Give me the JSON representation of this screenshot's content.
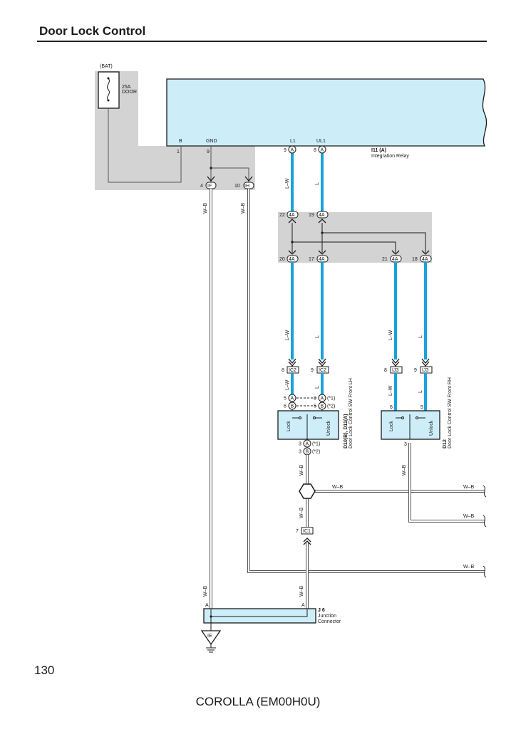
{
  "header": {
    "title": "Door Lock Control"
  },
  "footer": {
    "page_number": "130",
    "model": "COROLLA (EM00H0U)"
  },
  "colors": {
    "relay_fill": "#cdeef9",
    "blue_wire": "#1aa2dc",
    "shade": "#d3d3d3"
  },
  "fuse": {
    "source": "(BAT)",
    "rating": "25A",
    "name": "DOOR"
  },
  "relay": {
    "id": "I11 (A)",
    "name": "Integration Relay",
    "terminals": [
      {
        "pin": "1",
        "label": "B"
      },
      {
        "pin": "9",
        "label": "GND"
      },
      {
        "pin": "9",
        "label": "L1"
      },
      {
        "pin": "8",
        "label": "UL1"
      }
    ],
    "conn": "A"
  },
  "junctions": {
    "IF": {
      "pin": "4",
      "code": "IF"
    },
    "IH": {
      "pin": "10",
      "code": "IH"
    },
    "j22": {
      "pin": "22",
      "code": "4A"
    },
    "j19": {
      "pin": "19",
      "code": "4A"
    },
    "j20": {
      "pin": "20",
      "code": "4A"
    },
    "j17": {
      "pin": "17",
      "code": "4A"
    },
    "j21": {
      "pin": "21",
      "code": "4A"
    },
    "j18": {
      "pin": "18",
      "code": "4A"
    },
    "c2a": {
      "pin": "8",
      "code": "IC2"
    },
    "c2b": {
      "pin": "9",
      "code": "IC2"
    },
    "j3a": {
      "pin": "8",
      "code": "IJ3"
    },
    "j3b": {
      "pin": "9",
      "code": "IJ3"
    },
    "c1": {
      "pin": "7",
      "code": "IC1"
    }
  },
  "wire_colors": {
    "lw": "L–W",
    "l": "L",
    "wb": "W–B"
  },
  "switch_lh": {
    "id": "D10(B), D11(A)",
    "name": "Door Lock Control SW Front LH",
    "lock": "Lock",
    "unlock": "Unlock",
    "pins_top": [
      {
        "num": "5",
        "conn": "A",
        "num2": "8",
        "conn2": "A",
        "note": "(*1)"
      },
      {
        "num": "6",
        "conn": "B",
        "num2": "5",
        "conn2": "B",
        "note": "(*2)"
      }
    ],
    "pins_bottom": [
      {
        "num": "3",
        "conn": "A",
        "note": "(*1)"
      },
      {
        "num": "3",
        "conn": "B",
        "note": "(*2)"
      }
    ]
  },
  "switch_rh": {
    "id": "D12",
    "name": "Door Lock Control SW Front RH",
    "lock": "Lock",
    "unlock": "Unlock",
    "pin_lock": "6",
    "pin_unlock": "5",
    "pin_bottom": "3"
  },
  "junction_connector": {
    "id": "J 6",
    "line1": "Junction",
    "line2": "Connector",
    "pin": "A"
  },
  "ground": {
    "code": "IE"
  }
}
